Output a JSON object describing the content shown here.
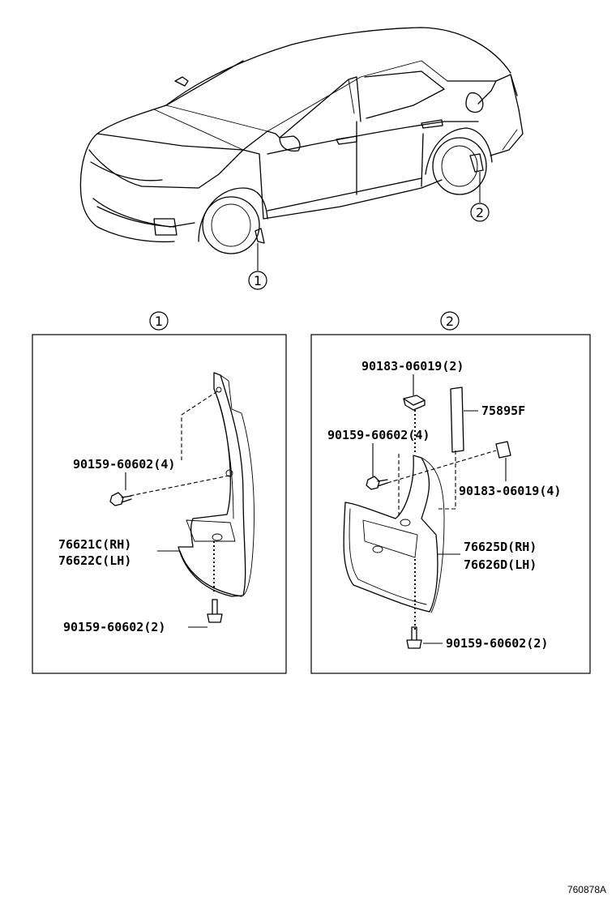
{
  "callouts": {
    "c1": "1",
    "c2": "2"
  },
  "panel_1": {
    "header": "1",
    "parts": {
      "bolt_upper": "90159-60602(4)",
      "mudguard_rh": "76621C(RH)",
      "mudguard_lh": "76622C(LH)",
      "bolt_lower": "90159-60602(2)"
    }
  },
  "panel_2": {
    "header": "2",
    "parts": {
      "nut_top": "90183-06019(2)",
      "seal": "75895F",
      "bolt_upper": "90159-60602(4)",
      "nut_side": "90183-06019(4)",
      "mudguard_rh": "76625D(RH)",
      "mudguard_lh": "76626D(LH)",
      "bolt_lower": "90159-60602(2)"
    }
  },
  "reference": "760878A"
}
